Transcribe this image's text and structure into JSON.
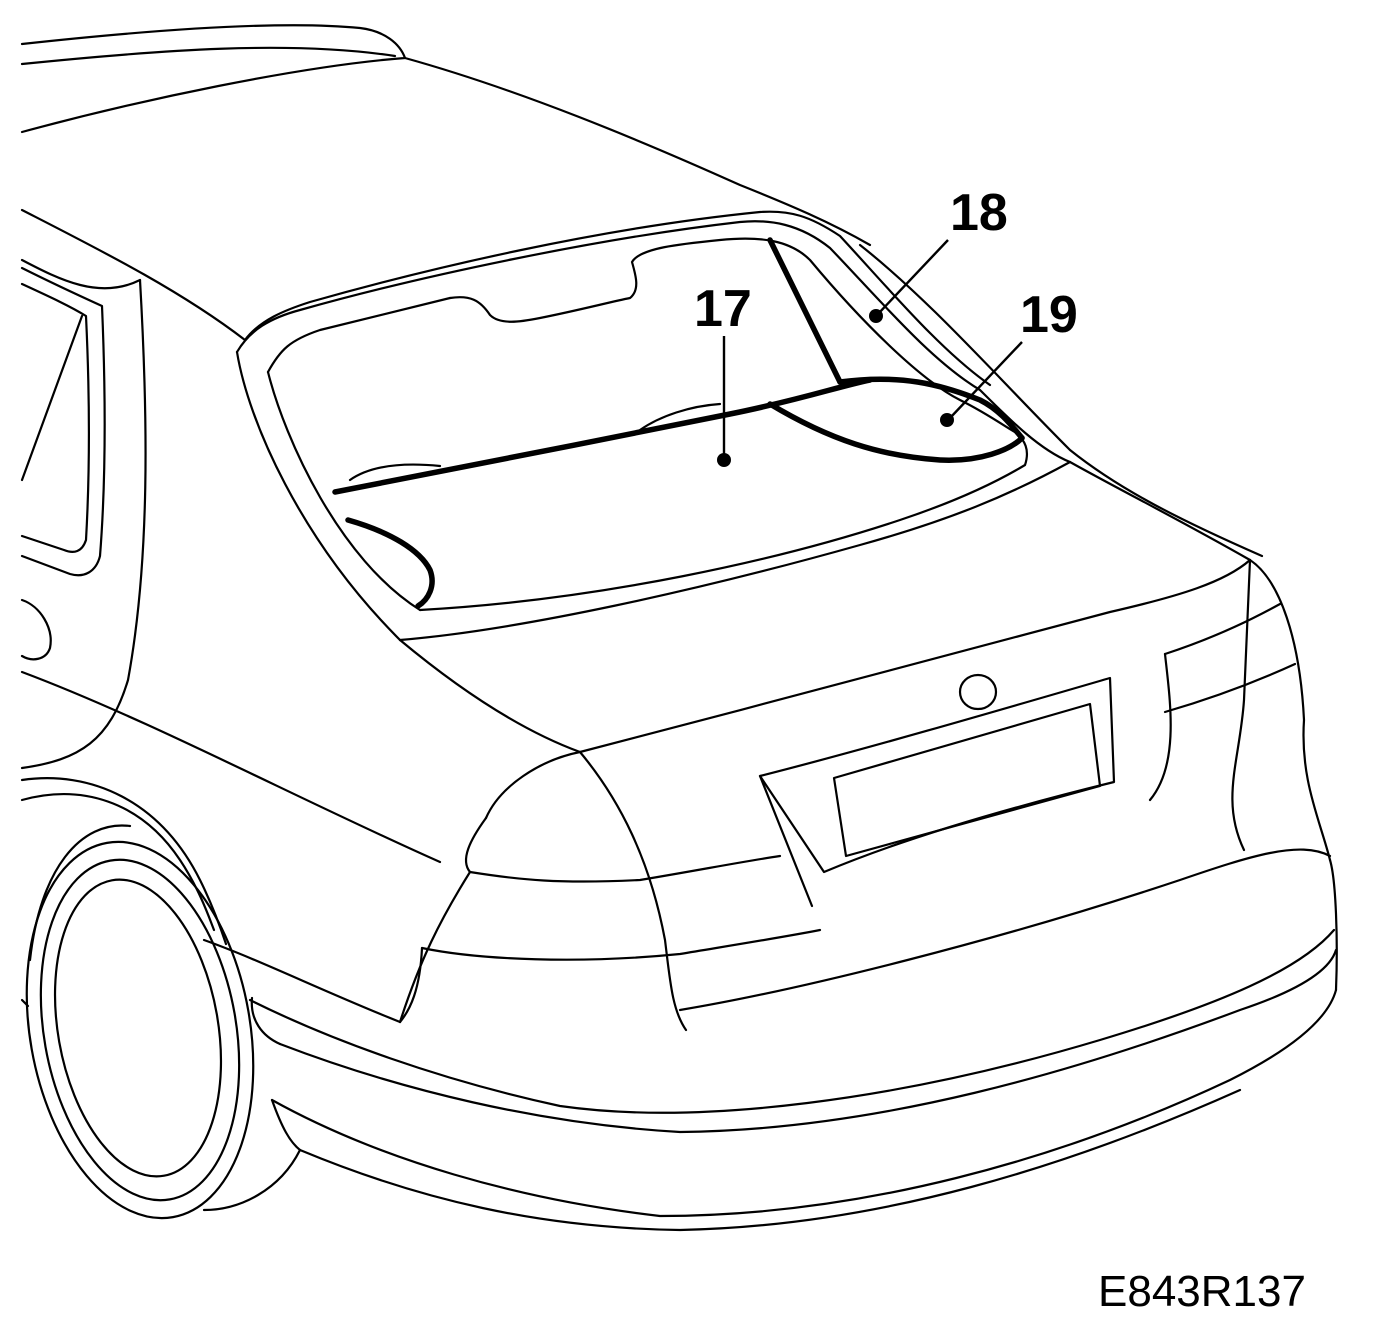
{
  "callouts": [
    {
      "id": "17",
      "label": "17"
    },
    {
      "id": "18",
      "label": "18"
    },
    {
      "id": "19",
      "label": "19"
    }
  ],
  "figure_code": "E843R137"
}
